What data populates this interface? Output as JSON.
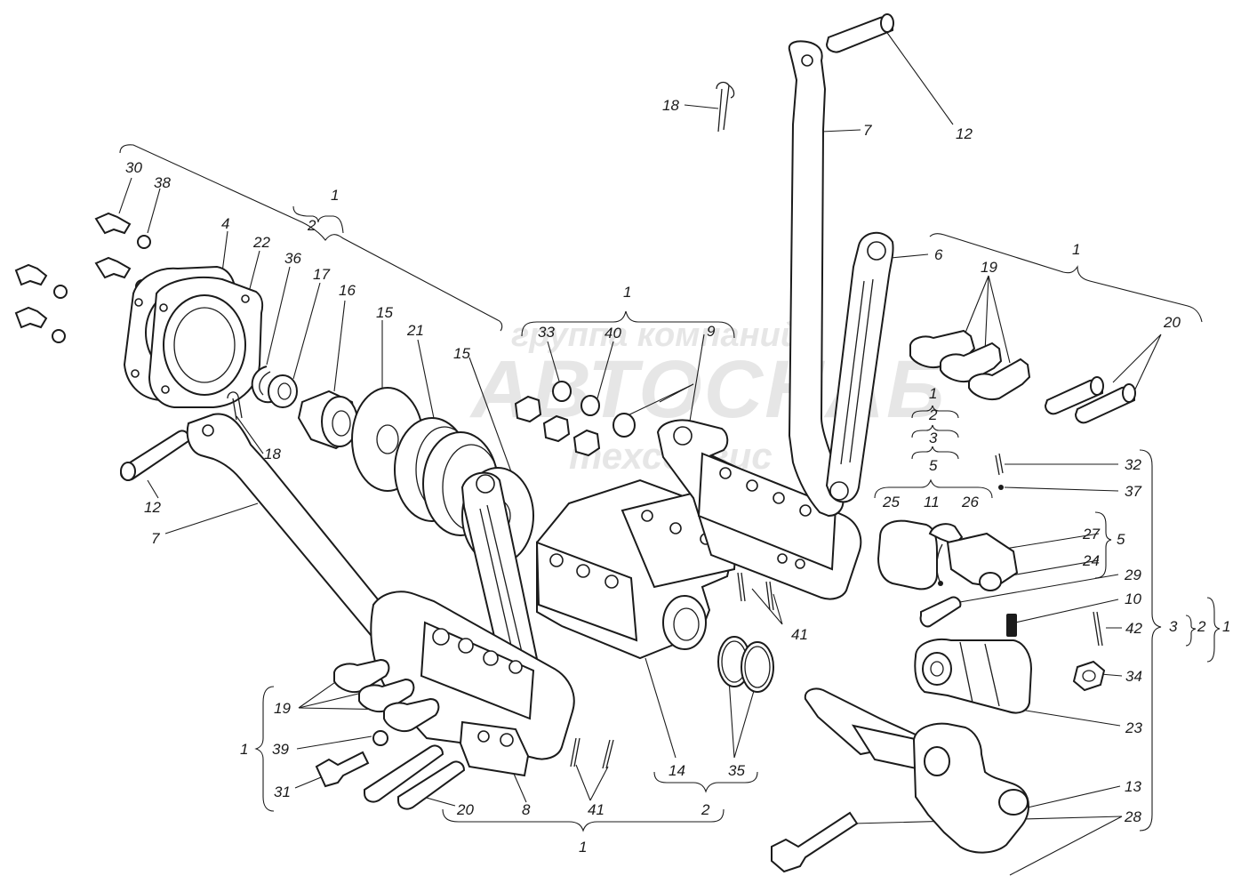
{
  "watermark": {
    "line1": "группа компаний",
    "line2": "АВТОСНАБ",
    "line3": "техсервис"
  },
  "labels": {
    "l30": "30",
    "l38": "38",
    "l4": "4",
    "l22": "22",
    "l36": "36",
    "l17": "17",
    "l16": "16",
    "l1_top_left": "1",
    "l2_top_left": "2",
    "l15_a": "15",
    "l21": "21",
    "l15_b": "15",
    "l33": "33",
    "l40": "40",
    "l9": "9",
    "l1_center": "1",
    "l18_top": "18",
    "l7_top": "7",
    "l12_top": "12",
    "l6": "6",
    "l1_right_top": "1",
    "l19_right": "19",
    "l20_right": "20",
    "l1_stack": "1",
    "l2_stack": "2",
    "l3_stack": "3",
    "l5_stack": "5",
    "l25": "25",
    "l11": "11",
    "l26": "26",
    "l27": "27",
    "l24": "24",
    "l5_right": "5",
    "l32": "32",
    "l37": "37",
    "l29": "29",
    "l10": "10",
    "l42": "42",
    "l3_side": "3",
    "l2_side": "2",
    "l1_side": "1",
    "l34": "34",
    "l23": "23",
    "l13": "13",
    "l28": "28",
    "l18_left": "18",
    "l12_left": "12",
    "l7_left": "7",
    "l41_mid": "41",
    "l35": "35",
    "l14": "14",
    "l2_bottom": "2",
    "l1_bottom": "1",
    "l19_left": "19",
    "l39": "39",
    "l31": "31",
    "l1_left": "1",
    "l20_left": "20",
    "l8": "8",
    "l41_bottom": "41"
  }
}
